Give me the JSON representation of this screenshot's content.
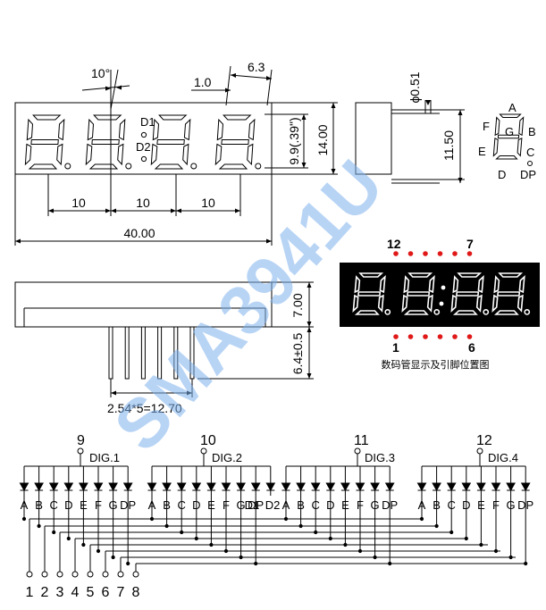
{
  "watermark": "SMA3941U",
  "front_view": {
    "angle_label": "10°",
    "dim_1_0": "1.0",
    "dim_6_3": "6.3",
    "dim_9_9": "9.9(.39\")",
    "dim_14_00": "14.00",
    "dim_10_a": "10",
    "dim_10_b": "10",
    "dim_10_c": "10",
    "dim_40_00": "40.00",
    "d1_label": "D1",
    "d2_label": "D2"
  },
  "side_view": {
    "dim_phi": "ϕ0.51",
    "dim_11_50": "11.50"
  },
  "segment_legend": {
    "a": "A",
    "b": "B",
    "c": "C",
    "d": "D",
    "e": "E",
    "f": "F",
    "g": "G",
    "dp": "DP"
  },
  "photo": {
    "pin_top_left": "12",
    "pin_top_right": "7",
    "pin_bottom_left": "1",
    "pin_bottom_right": "6",
    "caption": "数码管显示及引脚位置图"
  },
  "bottom_view": {
    "dim_7_00": "7.00",
    "dim_6_4": "6.4±0.5",
    "pitch_label": "2.54*5=12.70"
  },
  "schematic": {
    "digit_pins": [
      "9",
      "10",
      "11",
      "12"
    ],
    "digit_labels": [
      "DIG.1",
      "DIG.2",
      "DIG.3",
      "DIG.4"
    ],
    "segment_letters": [
      "A",
      "B",
      "C",
      "D",
      "E",
      "F",
      "G",
      "DP"
    ],
    "extra_labels": [
      "D1",
      "D2"
    ],
    "bottom_pins": [
      "1",
      "2",
      "3",
      "4",
      "5",
      "6",
      "7",
      "8"
    ]
  }
}
